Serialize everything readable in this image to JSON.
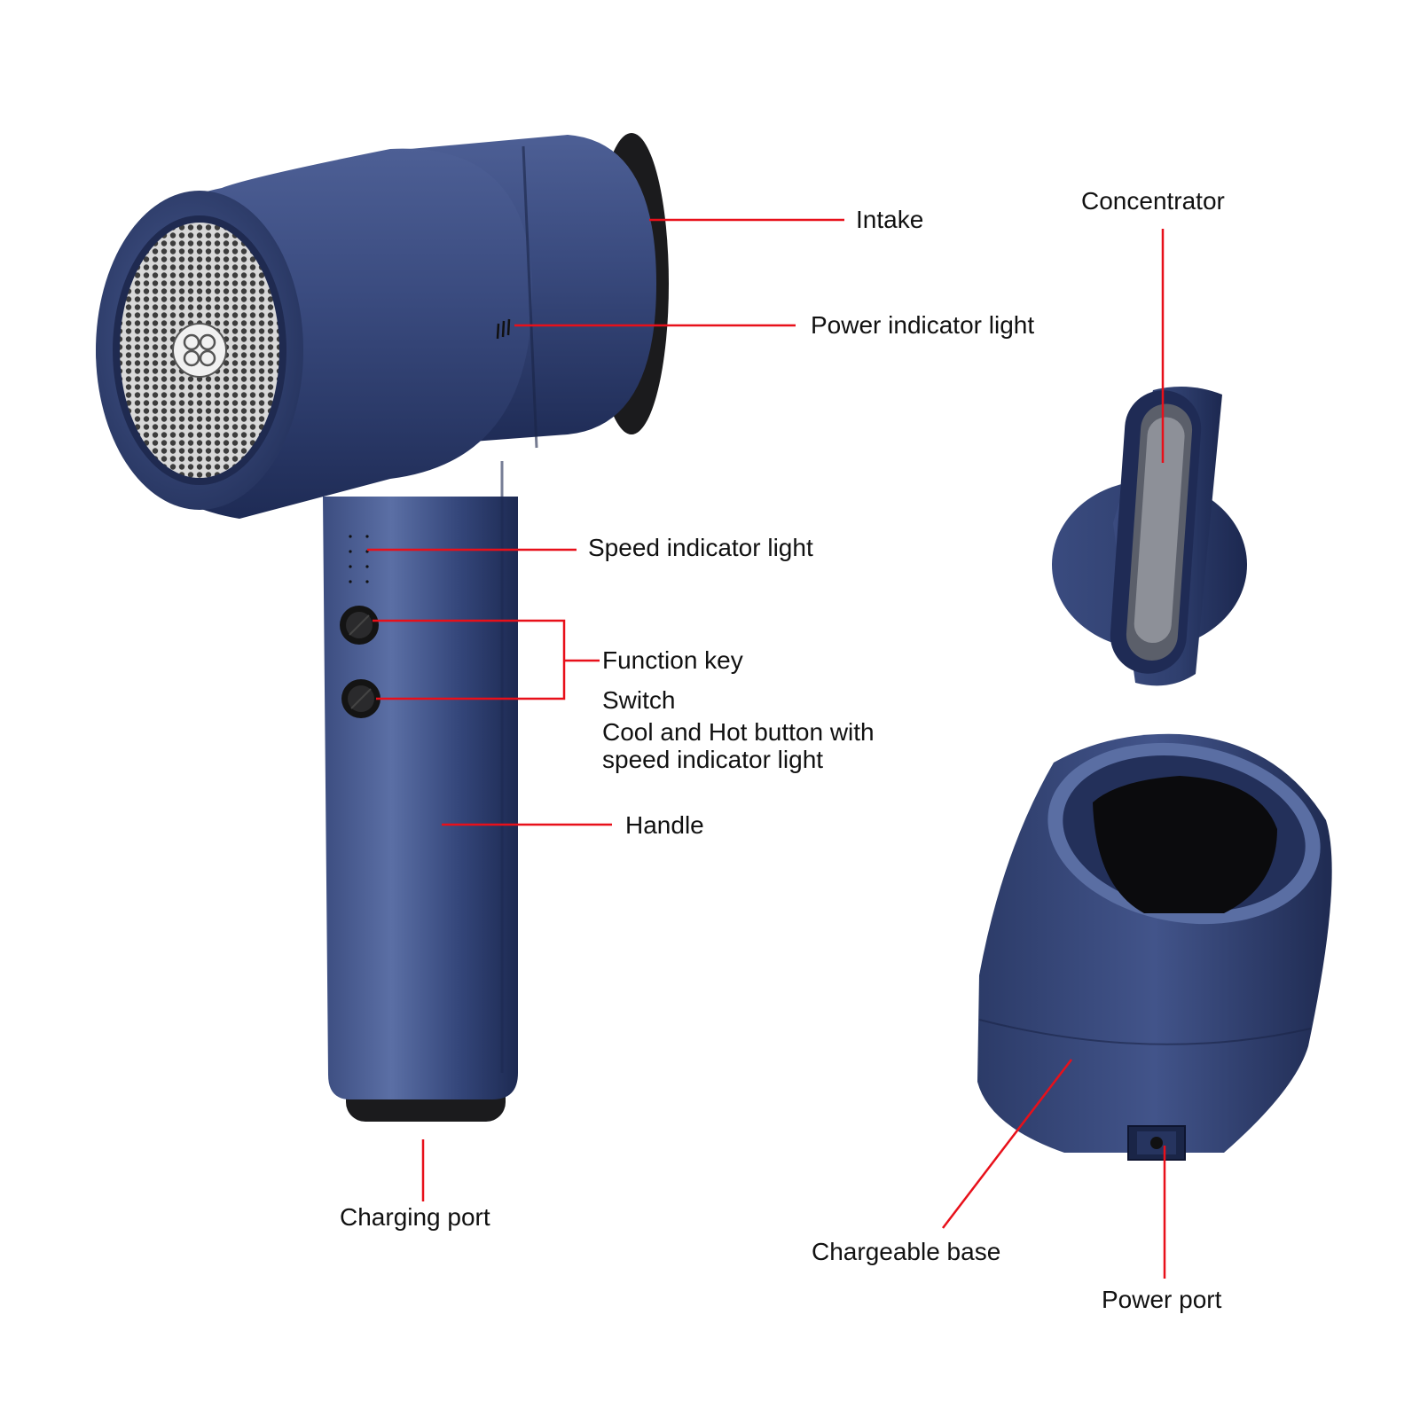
{
  "labels": {
    "intake": "Intake",
    "power_indicator_light": "Power indicator light",
    "concentrator": "Concentrator",
    "speed_indicator_light": "Speed indicator light",
    "function_key": "Function key",
    "switch": "Switch",
    "cool_hot_line1": "Cool and Hot button with",
    "cool_hot_line2": "speed indicator light",
    "handle": "Handle",
    "charging_port": "Charging port",
    "chargeable_base": "Chargeable base",
    "power_port": "Power port"
  },
  "colors": {
    "leader_line": "#e8101a",
    "body_blue": "#2d3d6b",
    "body_highlight": "#5a6ea3",
    "body_shadow": "#1a2547",
    "black_part": "#1b1b1d",
    "mesh": "#8a8a8a"
  }
}
